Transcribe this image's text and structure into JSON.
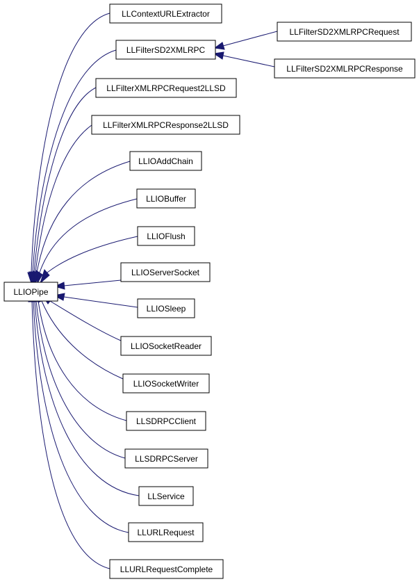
{
  "colors": {
    "edge": "#191970",
    "node_border": "#000000",
    "node_fill": "#ffffff",
    "text": "#000000"
  },
  "nodes": {
    "root": "LLIOPipe",
    "ctx": "LLContextURLExtractor",
    "sd2x": "LLFilterSD2XMLRPC",
    "sd2xreq": "LLFilterSD2XMLRPCRequest",
    "sd2xresp": "LLFilterSD2XMLRPCResponse",
    "x2llsd_req": "LLFilterXMLRPCRequest2LLSD",
    "x2llsd_resp": "LLFilterXMLRPCResponse2LLSD",
    "addchain": "LLIOAddChain",
    "buffer": "LLIOBuffer",
    "flush": "LLIOFlush",
    "serversocket": "LLIOServerSocket",
    "sleep": "LLIOSleep",
    "sockreader": "LLIOSocketReader",
    "sockwriter": "LLIOSocketWriter",
    "sdclient": "LLSDRPCClient",
    "sdserver": "LLSDRPCServer",
    "service": "LLService",
    "urlreq": "LLURLRequest",
    "urlreqcomplete": "LLURLRequestComplete"
  }
}
